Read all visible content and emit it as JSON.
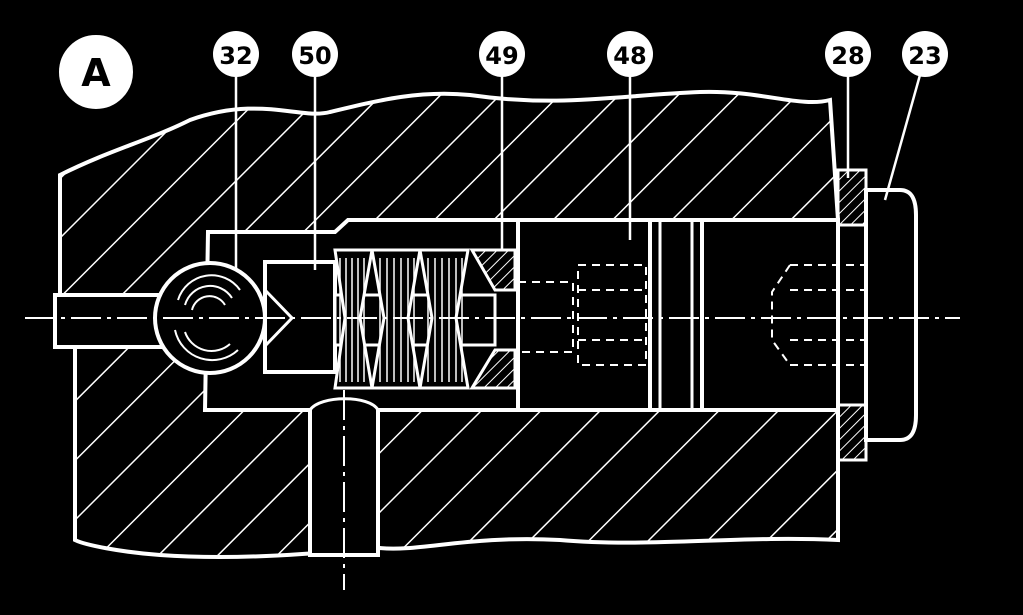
{
  "figure": {
    "view_label": "A",
    "colors": {
      "background": "#000000",
      "line": "#ffffff",
      "label_fill": "#ffffff",
      "label_text": "#000000"
    },
    "callouts": [
      {
        "id": "ball",
        "text": "32"
      },
      {
        "id": "piston",
        "text": "50"
      },
      {
        "id": "spring-washers",
        "text": "49"
      },
      {
        "id": "sleeve",
        "text": "48"
      },
      {
        "id": "seal-ring",
        "text": "28"
      },
      {
        "id": "plug",
        "text": "23"
      }
    ]
  }
}
